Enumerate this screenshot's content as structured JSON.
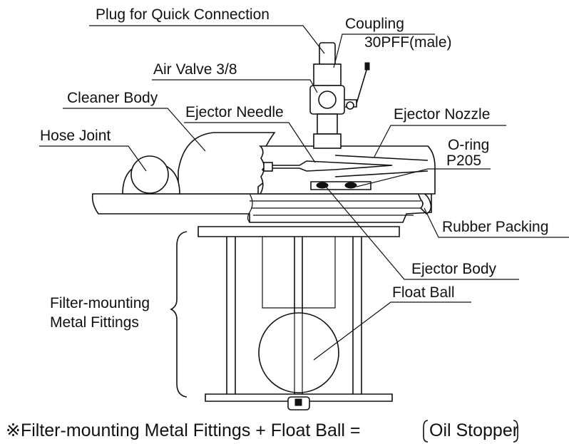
{
  "labels": {
    "plug": "Plug for Quick Connection",
    "coupling": "Coupling",
    "coupling_spec": "30PFF(male)",
    "air_valve": "Air Valve  3/8",
    "cleaner_body": "Cleaner Body",
    "ejector_needle": "Ejector Needle",
    "ejector_nozzle": "Ejector Nozzle",
    "hose_joint": "Hose Joint",
    "o_ring": "O-ring",
    "o_ring_spec": "P205",
    "rubber_packing": "Rubber Packing",
    "ejector_body": "Ejector Body",
    "float_ball": "Float Ball",
    "filter_fittings_line1": "Filter-mounting",
    "filter_fittings_line2": "Metal Fittings"
  },
  "footnote": {
    "text": "※Filter-mounting Metal Fittings + Float Ball =",
    "boxed": "Oil Stopper"
  }
}
